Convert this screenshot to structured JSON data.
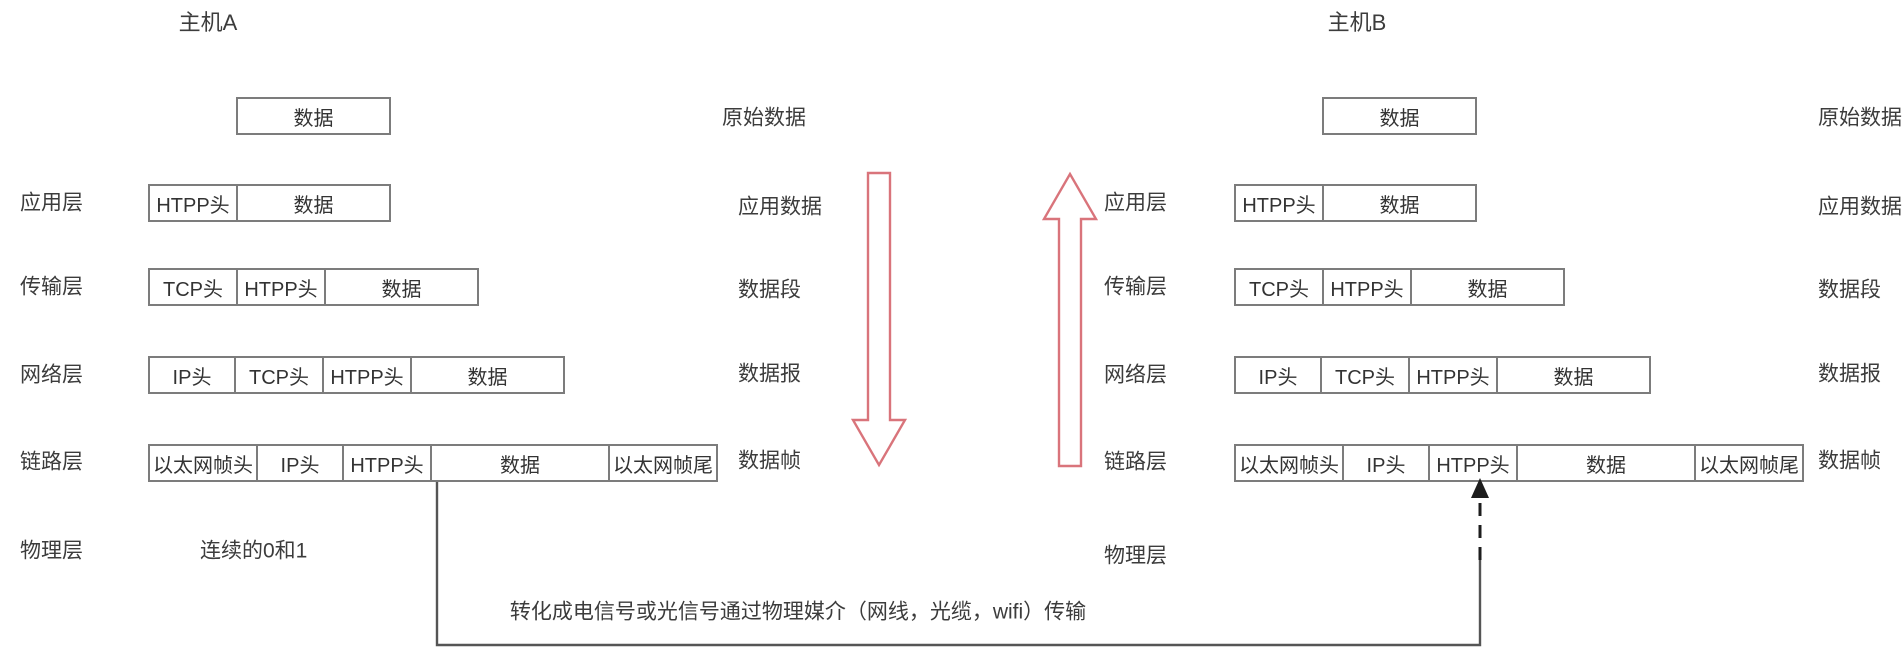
{
  "colors": {
    "box_border": "#7c7c7c",
    "text": "#3c3c3c",
    "arrow_red": "#d9747b",
    "connector": "#555555"
  },
  "hosts": {
    "left": {
      "title": "主机A"
    },
    "right": {
      "title": "主机B"
    }
  },
  "layer_labels": {
    "application": "应用层",
    "transport": "传输层",
    "network": "网络层",
    "link": "链路层",
    "physical": "物理层"
  },
  "pdu_labels": {
    "raw": "原始数据",
    "app": "应用数据",
    "segment": "数据段",
    "packet": "数据报",
    "frame": "数据帧"
  },
  "fields": {
    "data": "数据",
    "http_header": "HTPP头",
    "tcp_header": "TCP头",
    "ip_header": "IP头",
    "eth_header": "以太网帧头",
    "eth_trailer": "以太网帧尾"
  },
  "left_stack": {
    "top_box": [
      "数据"
    ],
    "application": [
      "HTPP头",
      "数据"
    ],
    "transport": [
      "TCP头",
      "HTPP头",
      "数据"
    ],
    "network": [
      "IP头",
      "TCP头",
      "HTPP头",
      "数据"
    ],
    "link": [
      "以太网帧头",
      "IP头",
      "HTPP头",
      "数据",
      "以太网帧尾"
    ],
    "physical_text": "连续的0和1"
  },
  "right_stack": {
    "top_box": [
      "数据"
    ],
    "application": [
      "HTPP头",
      "数据"
    ],
    "transport": [
      "TCP头",
      "HTPP头",
      "数据"
    ],
    "network": [
      "IP头",
      "TCP头",
      "HTPP头",
      "数据"
    ],
    "link": [
      "以太网帧头",
      "IP头",
      "HTPP头",
      "数据",
      "以太网帧尾"
    ]
  },
  "bottom_note": "转化成电信号或光信号通过物理媒介（网线，光缆，wifi）传输",
  "arrows": {
    "down_label": "encapsulation-down-arrow",
    "up_label": "decapsulation-up-arrow"
  }
}
